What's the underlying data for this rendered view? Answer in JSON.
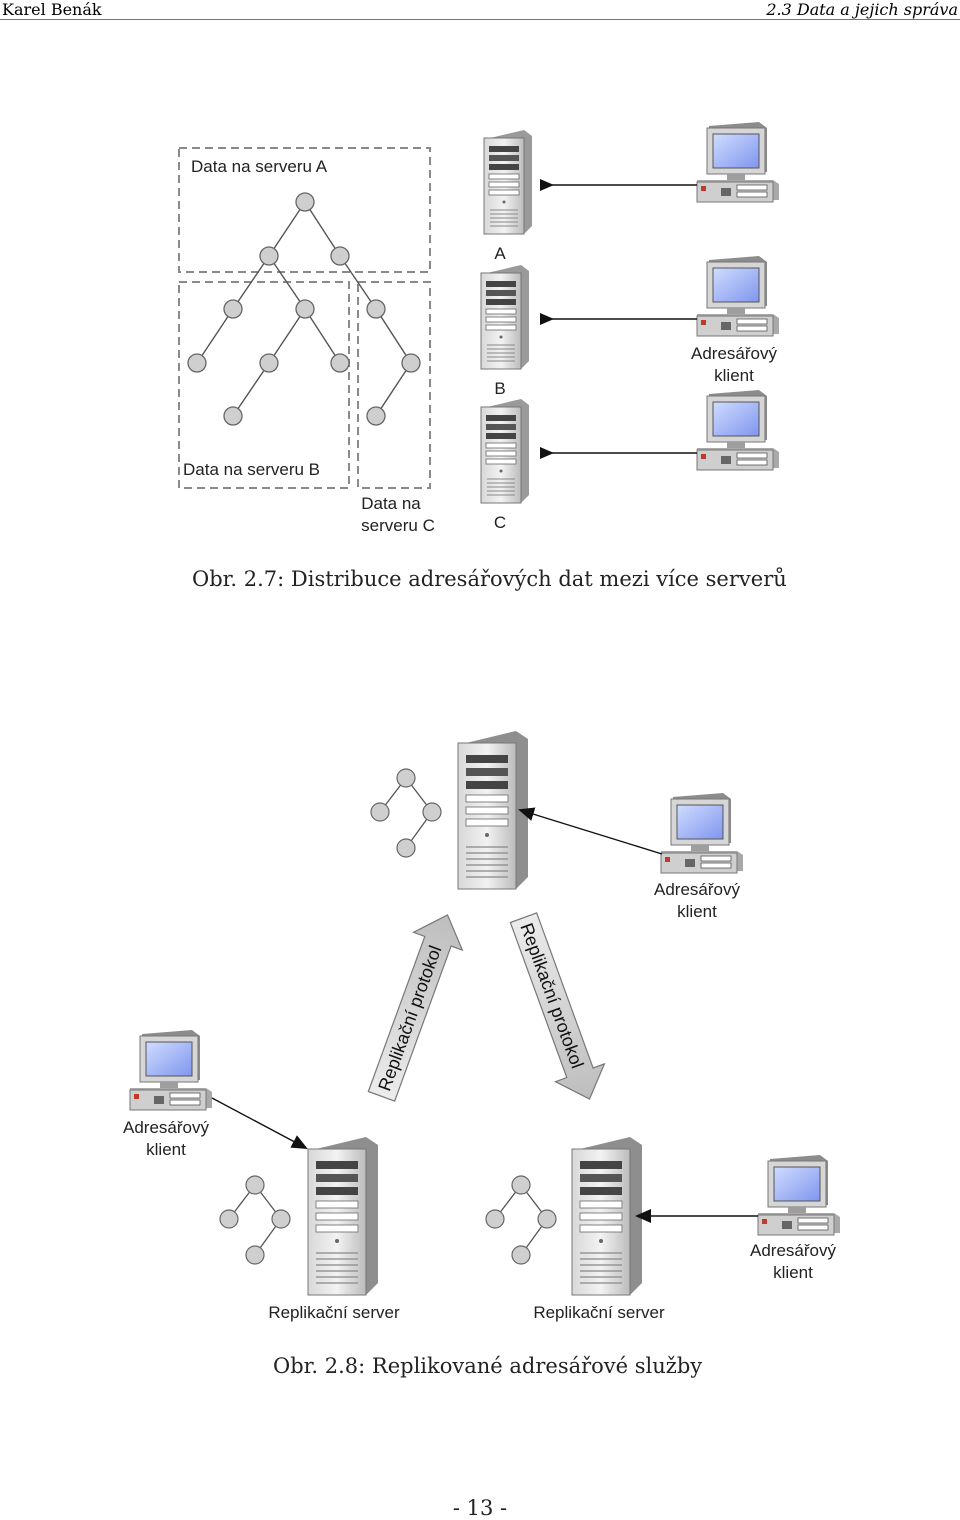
{
  "header": {
    "author": "Karel Benák",
    "section": "2.3 Data a jejich správa"
  },
  "figure1": {
    "box_a_label": "Data na serveru A",
    "box_b_label": "Data na serveru B",
    "box_c_label_line1": "Data na",
    "box_c_label_line2": "serveru C",
    "server_a": "A",
    "server_b": "B",
    "server_c": "C",
    "client_label_line1": "Adresářový",
    "client_label_line2": "klient",
    "caption": "Obr. 2.7: Distribuce adresářových dat mezi více serverů"
  },
  "figure2": {
    "protocol_left": "Replikační protokol",
    "protocol_right": "Replikační protokol",
    "client_label_line1": "Adresářový",
    "client_label_line2": "klient",
    "replica_left": "Replikační server",
    "replica_right": "Replikační server",
    "caption": "Obr. 2.8: Replikované adresářové služby"
  },
  "footer": {
    "page_number": "- 13 -"
  }
}
